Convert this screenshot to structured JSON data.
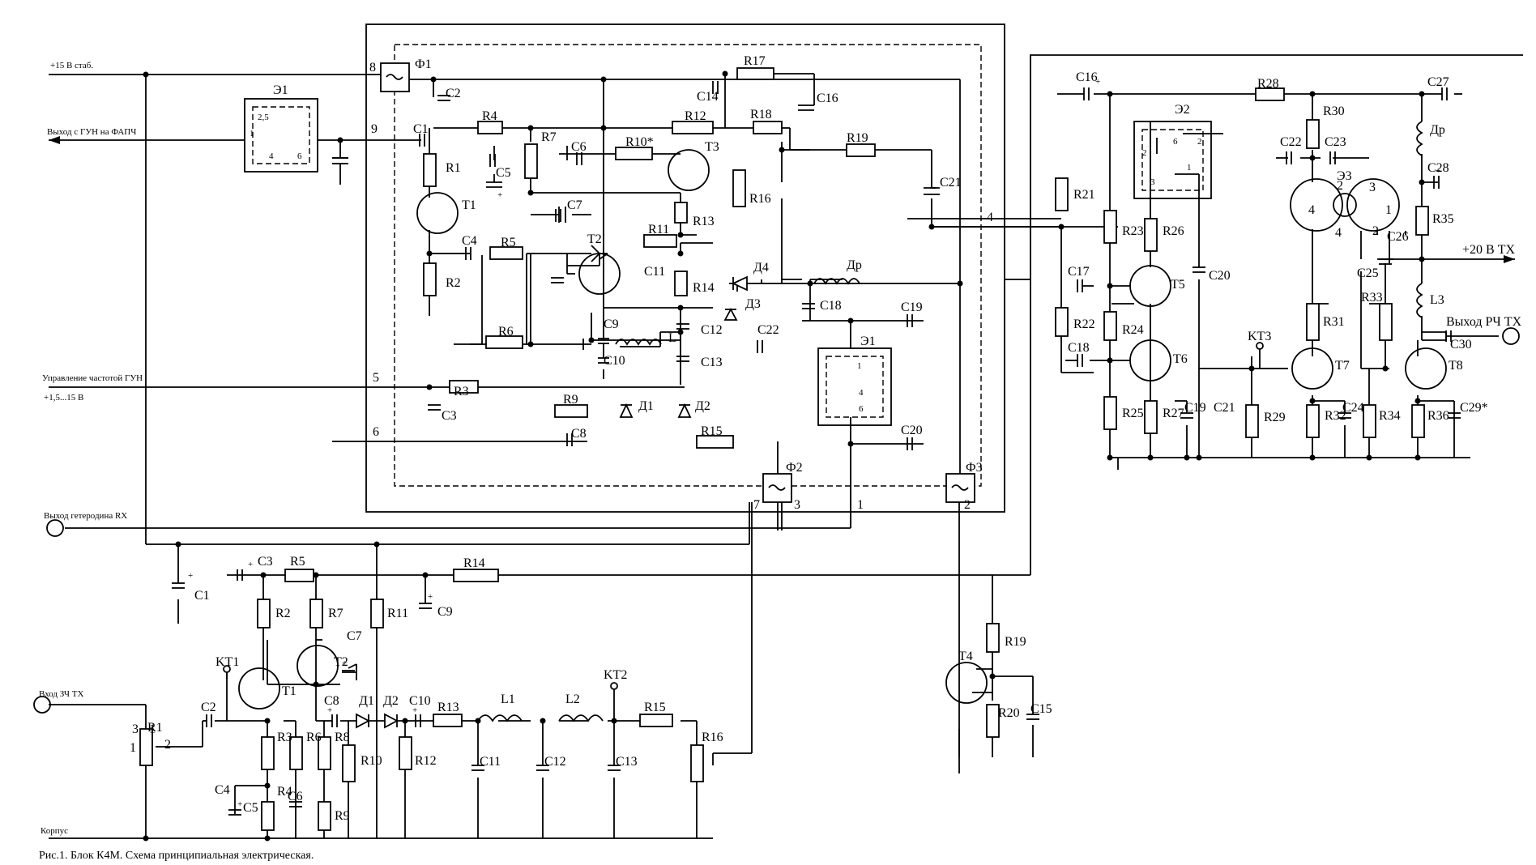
{
  "caption": "Рис.1. Блок К4М. Схема принципиальная электрическая.",
  "terminals": {
    "supply_15v": "+15 В стаб.",
    "vco_to_pll": "Выход с ГУН на ФАПЧ",
    "vco_control": "Управление частотой ГУН",
    "vco_control_range": "+1,5...15 В",
    "rx_lo_out": "Выход гетеродина RX",
    "tx_audio_in": "Вход ЗЧ TX",
    "ground": "Корпус",
    "supply_20v_tx": "+20 В TX",
    "tx_rf_out": "Выход РЧ TX"
  },
  "pins": [
    "8",
    "9",
    "5",
    "6",
    "7",
    "3",
    "1",
    "2",
    "4",
    "2,5",
    "4",
    "6",
    "1",
    "4",
    "6",
    "1",
    "2",
    "3",
    "6",
    "1",
    "2",
    "4",
    "1",
    "4",
    "2",
    "3",
    "2",
    "1",
    "3",
    "2",
    "1"
  ],
  "vco_module": {
    "filters": [
      "Ф1",
      "Ф2",
      "Ф3"
    ],
    "transistors": [
      "T1",
      "T2",
      "T3"
    ],
    "resistors": [
      "R1",
      "R2",
      "R3",
      "R4",
      "R5",
      "R6",
      "R7",
      "R9",
      "R10*",
      "R11",
      "R12",
      "R13",
      "R14",
      "R15",
      "R16",
      "R17",
      "R18",
      "R19"
    ],
    "capacitors": [
      "C1",
      "C2",
      "C3",
      "C4",
      "C5",
      "C6",
      "C7",
      "C8",
      "C9",
      "C10",
      "C11",
      "C12",
      "C13",
      "C14",
      "C16",
      "C18",
      "C19",
      "C20",
      "C21",
      "C22"
    ],
    "diodes": [
      "Д1",
      "Д2",
      "Д3",
      "Д4"
    ],
    "inductors": [
      "L",
      "Др"
    ],
    "elements": [
      "Э1",
      "Э1"
    ]
  },
  "modulator": {
    "transistors": [
      "T1",
      "T2",
      "T4"
    ],
    "resistors": [
      "R1",
      "R2",
      "R3",
      "R4",
      "R5",
      "R6",
      "R7",
      "R8",
      "R9",
      "R10",
      "R11",
      "R12",
      "R13",
      "R14",
      "R15",
      "R16",
      "R19",
      "R20"
    ],
    "capacitors": [
      "C1",
      "C2",
      "C3",
      "C4",
      "C5",
      "C6",
      "C7",
      "C8",
      "C9",
      "C10",
      "C11",
      "C12",
      "C13",
      "C15"
    ],
    "diodes": [
      "Д1",
      "Д2"
    ],
    "inductors": [
      "L1",
      "L2"
    ],
    "test_points": [
      "KT1",
      "KT2"
    ]
  },
  "tx_amplifier": {
    "transistors": [
      "T5",
      "T6",
      "T7",
      "T8"
    ],
    "resistors": [
      "R21",
      "R22",
      "R23",
      "R24",
      "R25",
      "R26",
      "R27",
      "R28",
      "R29",
      "R30",
      "R31",
      "R32",
      "R33",
      "R34",
      "R35",
      "R36"
    ],
    "capacitors": [
      "C16",
      "C17",
      "C18",
      "C19",
      "C20",
      "C21",
      "C22",
      "C23",
      "C24",
      "C25",
      "C26",
      "C27",
      "C28",
      "C29*",
      "C30"
    ],
    "inductors": [
      "Др",
      "L3"
    ],
    "elements": [
      "Э2",
      "Э3"
    ],
    "test_points": [
      "KT3"
    ]
  }
}
